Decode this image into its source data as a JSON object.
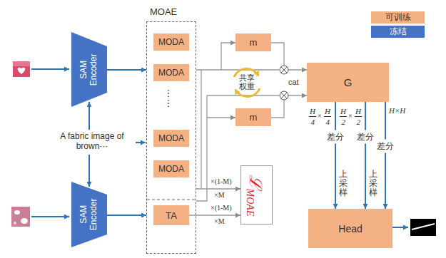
{
  "diagram": {
    "nodes": [
      {
        "text": [
          "SAM Encoder"
        ]
      },
      {
        "text": [
          "SAM Encoder"
        ]
      },
      {
        "text": [
          "MOAE"
        ]
      },
      {
        "text": [
          "MODA"
        ],
        "in": 2
      },
      {
        "text": [
          "MODA"
        ],
        "in": 2
      },
      {
        "text": [
          "MODA"
        ],
        "in": 2
      },
      {
        "text": [
          "MODA"
        ],
        "in": 2
      },
      {
        "text": [
          "TA"
        ],
        "in": 2
      },
      {
        "text": [
          "m"
        ]
      },
      {
        "text": [
          "m"
        ]
      },
      {
        "text": [
          "G"
        ]
      },
      {
        "text": [
          "ℒ",
          "MOAE"
        ]
      },
      {
        "text": [
          "Head"
        ]
      }
    ],
    "edges": [
      {
        "from": 0,
        "to": 2,
        "arrow": "to"
      },
      {
        "from": 1,
        "to": 2,
        "arrow": "to"
      },
      {
        "from": 2,
        "to": 8,
        "arrow": "to"
      },
      {
        "from": 2,
        "to": 9,
        "arrow": "to"
      },
      {
        "from": 8,
        "to": 10,
        "arrow": "to"
      },
      {
        "from": 9,
        "to": 10,
        "arrow": "to"
      },
      {
        "from": 2,
        "to": 11,
        "arrow": "to"
      },
      {
        "from": 7,
        "to": 11,
        "arrow": "to"
      },
      {
        "from": 10,
        "to": 12,
        "arrow": "to",
        "label": "差分"
      },
      {
        "from": 10,
        "to": 12,
        "arrow": "to",
        "label": "差分"
      },
      {
        "from": 10,
        "to": 12,
        "arrow": "to",
        "label": "差分"
      }
    ],
    "labels": [
      "A fabric image of brown···",
      "……",
      "共享权重",
      "cat",
      "×(1-M)",
      "×M",
      "×(1-M)",
      "×M",
      "H",
      "4",
      "×",
      "H",
      "4",
      "H",
      "2",
      "×",
      "H",
      "2",
      "H×H",
      "上采样",
      "上采样"
    ],
    "legend": [
      {
        "text": "可训练",
        "color": "#f4b183"
      },
      {
        "text": "冻结",
        "color": "#4472c4"
      }
    ]
  }
}
